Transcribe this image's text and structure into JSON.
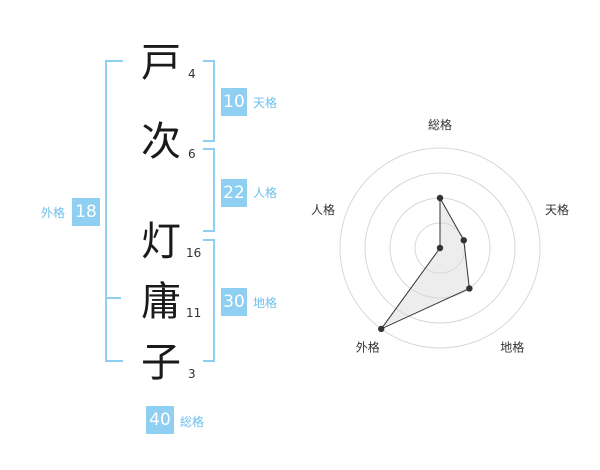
{
  "name_chars": [
    {
      "char": "戸",
      "strokes": "4"
    },
    {
      "char": "次",
      "strokes": "6"
    },
    {
      "char": "灯",
      "strokes": "16"
    },
    {
      "char": "庸",
      "strokes": "11"
    },
    {
      "char": "子",
      "strokes": "3"
    }
  ],
  "fortunes": {
    "tenkaku": {
      "label": "天格",
      "value": "10"
    },
    "jinkaku": {
      "label": "人格",
      "value": "22"
    },
    "chikaku": {
      "label": "地格",
      "value": "30"
    },
    "gaikaku": {
      "label": "外格",
      "value": "18"
    },
    "soukaku": {
      "label": "総格",
      "value": "40"
    }
  },
  "colors": {
    "accent": "#8fcff2",
    "accent_text": "#6cc0ee",
    "text": "#1a1a1a"
  },
  "chart_data": {
    "type": "radar",
    "axes": [
      "総格",
      "天格",
      "地格",
      "外格",
      "人格"
    ],
    "values": [
      0.5,
      0.25,
      0.5,
      1.0,
      0
    ],
    "range": [
      0,
      1
    ],
    "rings": 4
  }
}
